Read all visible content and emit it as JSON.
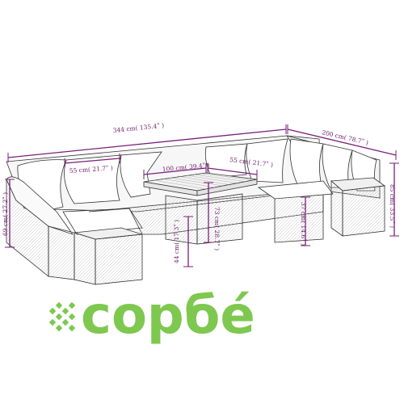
{
  "dimensions": {
    "total_width": "344 cm( 135.4ʺ )",
    "depth": "200 cm( 78.7ʺ )",
    "back_height": "85 cm( 33.5ʺ )",
    "side_height": "69 cm( 27.2ʺ )",
    "seat_width": "55 cm( 21.7ʺ )",
    "table_width": "100 cm( 39.4ʺ )",
    "table_depth": "55 cm( 21.7ʺ )",
    "table_height": "73 cm( 28.7ʺ )",
    "stool_height": "44 cm( 17.3ʺ )",
    "seat_height": "37 cm( 14.6ʺ )"
  },
  "brand": {
    "name": "сорбé"
  },
  "colors": {
    "dimension_line": "#7a1f7a",
    "drawing_line": "#333333",
    "brand": "#7ec850"
  }
}
